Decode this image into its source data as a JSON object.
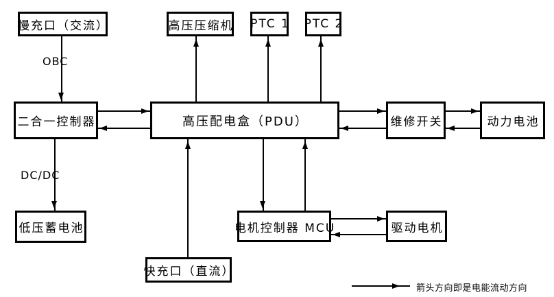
{
  "diagram": {
    "colors": {
      "background": "#ffffff",
      "line": "#000000",
      "text": "#000000"
    },
    "nodes": {
      "slow_charge_port": {
        "label": "慢充口（交流）"
      },
      "hv_compressor": {
        "label": "高压压缩机"
      },
      "ptc_1": {
        "label": "PTC 1"
      },
      "ptc_2": {
        "label": "PTC 2"
      },
      "two_in_one_controller": {
        "label": "二合一控制器"
      },
      "pdu": {
        "label": "高压配电盒（PDU）"
      },
      "service_switch": {
        "label": "维修开关"
      },
      "power_battery": {
        "label": "动力电池"
      },
      "lv_battery": {
        "label": "低压蓄电池"
      },
      "motor_controller": {
        "label": "电机控制器 MCU"
      },
      "drive_motor": {
        "label": "驱动电机"
      },
      "fast_charge_port": {
        "label": "快充口（直流）"
      }
    },
    "edge_labels": {
      "obc": "OBC",
      "dcdc": "DC/DC"
    },
    "edges": [
      {
        "from": "slow_charge_port",
        "to": "two_in_one_controller",
        "label": "OBC",
        "arrow": "down"
      },
      {
        "from": "two_in_one_controller",
        "to": "pdu",
        "arrow": "right"
      },
      {
        "from": "pdu",
        "to": "two_in_one_controller",
        "arrow": "left"
      },
      {
        "from": "pdu",
        "to": "hv_compressor",
        "arrow": "up"
      },
      {
        "from": "pdu",
        "to": "ptc_1",
        "arrow": "up"
      },
      {
        "from": "pdu",
        "to": "ptc_2",
        "arrow": "up"
      },
      {
        "from": "pdu",
        "to": "service_switch",
        "arrow": "right"
      },
      {
        "from": "service_switch",
        "to": "pdu",
        "arrow": "left"
      },
      {
        "from": "service_switch",
        "to": "power_battery",
        "arrow": "right"
      },
      {
        "from": "power_battery",
        "to": "service_switch",
        "arrow": "left"
      },
      {
        "from": "two_in_one_controller",
        "to": "lv_battery",
        "label": "DC/DC",
        "arrow": "down"
      },
      {
        "from": "fast_charge_port",
        "to": "pdu",
        "arrow": "up"
      },
      {
        "from": "pdu",
        "to": "motor_controller",
        "arrow": "down"
      },
      {
        "from": "motor_controller",
        "to": "pdu",
        "arrow": "up"
      },
      {
        "from": "motor_controller",
        "to": "drive_motor",
        "arrow": "right"
      },
      {
        "from": "drive_motor",
        "to": "motor_controller",
        "arrow": "left"
      }
    ],
    "legend": {
      "note": "箭头方向即是电能流动方向"
    }
  }
}
